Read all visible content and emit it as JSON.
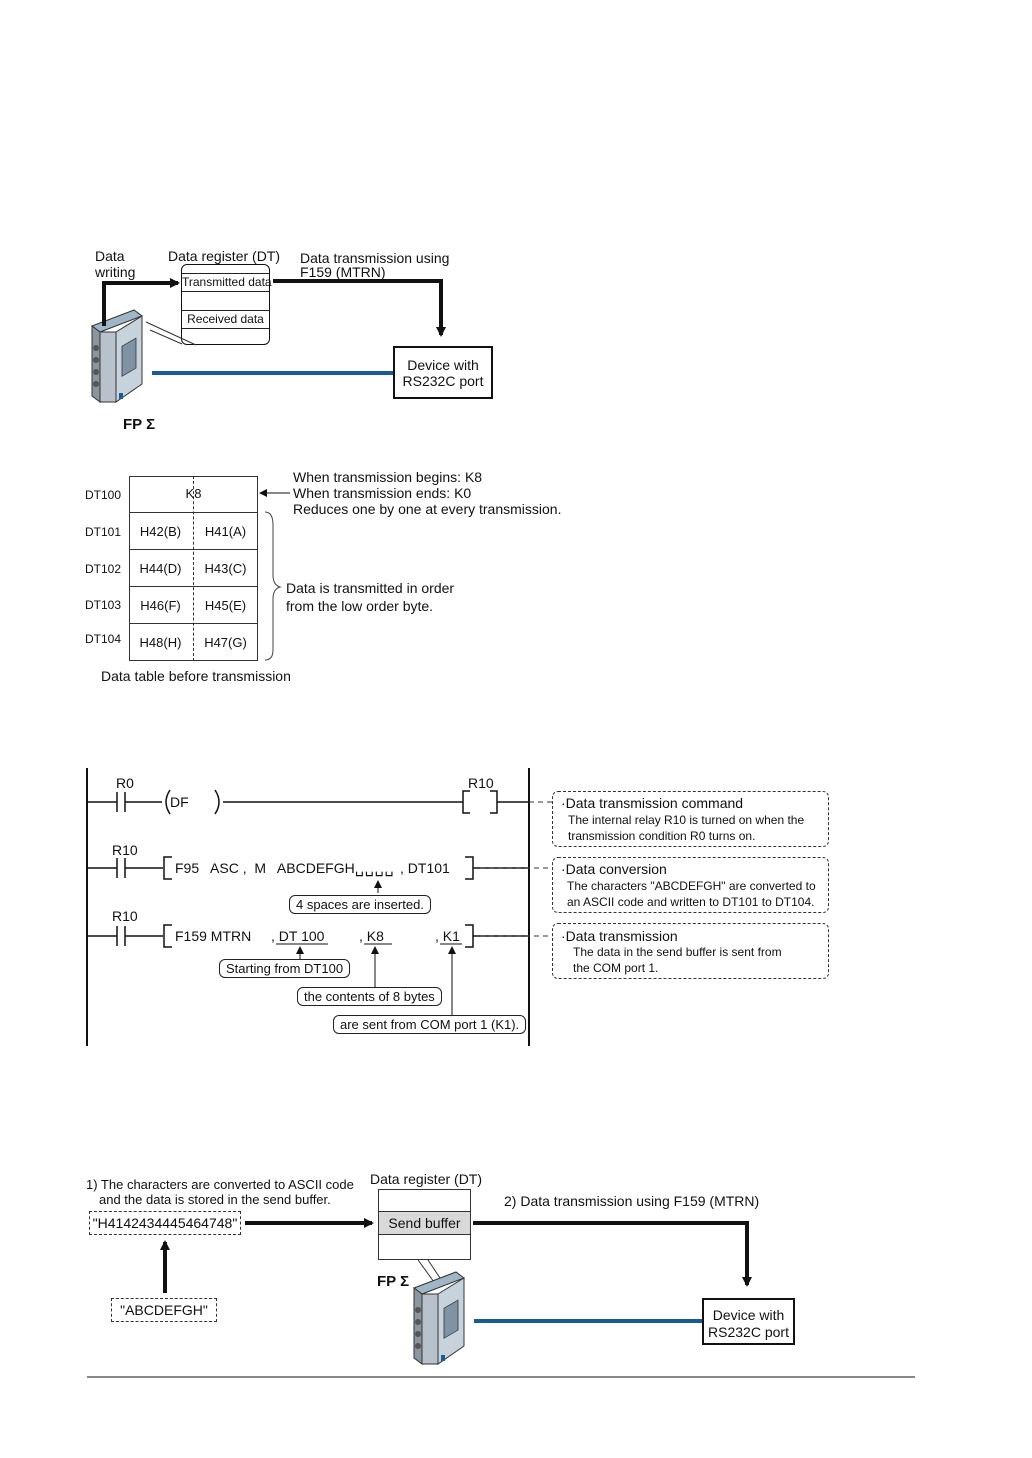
{
  "diagram1": {
    "data_writing": [
      "Data",
      "writing"
    ],
    "data_register_title": "Data register (DT)",
    "transmitted_data": "Transmitted data",
    "received_data": "Received data",
    "transmission_label": [
      "Data transmission using",
      "F159 (MTRN)"
    ],
    "device_label": [
      "Device with",
      "RS232C port"
    ],
    "plc_label": "FP Σ"
  },
  "table": {
    "rows": [
      {
        "reg": "DT100",
        "left": "K8",
        "right": ""
      },
      {
        "reg": "DT101",
        "left": "H42(B)",
        "right": "H41(A)"
      },
      {
        "reg": "DT102",
        "left": "H44(D)",
        "right": "H43(C)"
      },
      {
        "reg": "DT103",
        "left": "H46(F)",
        "right": "H45(E)"
      },
      {
        "reg": "DT104",
        "left": "H48(H)",
        "right": "H47(G)"
      }
    ],
    "note_top": [
      "When transmission begins: K8",
      "When transmission ends: K0",
      "Reduces one by one at every transmission."
    ],
    "note_brace": [
      "Data is transmitted in order",
      "from the low order byte."
    ],
    "caption": "Data table before transmission"
  },
  "ladder": {
    "r0": "R0",
    "df": "DF",
    "r10_coil": "R10",
    "r10_a": "R10",
    "r10_b": "R10",
    "f95": "F95   ASC ,  M   ABCDEFGH",
    "spaces": "␣␣␣␣",
    "dt101": ", DT101",
    "f159": "F159 MTRN",
    "dt100": ", DT 100",
    "k8": ", K8",
    "k1": ", K1",
    "note_spaces": "4 spaces are inserted.",
    "note_start": "Starting from DT100",
    "note_contents": "the contents of 8 bytes",
    "note_sent": "are sent from COM port 1 (K1).",
    "comments": [
      {
        "title": "·Data transmission command",
        "body": [
          "The internal relay R10 is turned on when the",
          "transmission condition R0 turns on."
        ]
      },
      {
        "title": "·Data conversion",
        "body": [
          "The characters \"ABCDEFGH\" are converted to",
          "an ASCII code and written to DT101 to DT104."
        ]
      },
      {
        "title": "·Data transmission",
        "body": [
          "The data in the send buffer is sent from",
          "the COM port 1."
        ]
      }
    ]
  },
  "diagram2": {
    "step1": [
      "1) The characters are converted to ASCII code",
      "and the data is stored in the send buffer."
    ],
    "hex": "\"H4142434445464748\"",
    "source": "\"ABCDEFGH\"",
    "data_register_title": "Data register (DT)",
    "send_buffer": "Send buffer",
    "step2": "2) Data transmission using F159 (MTRN)",
    "plc_label": "FP Σ",
    "device_label": [
      "Device with",
      "RS232C port"
    ]
  },
  "colors": {
    "cable": "#1a5a96",
    "buffer_fill": "#d9d9d9"
  }
}
